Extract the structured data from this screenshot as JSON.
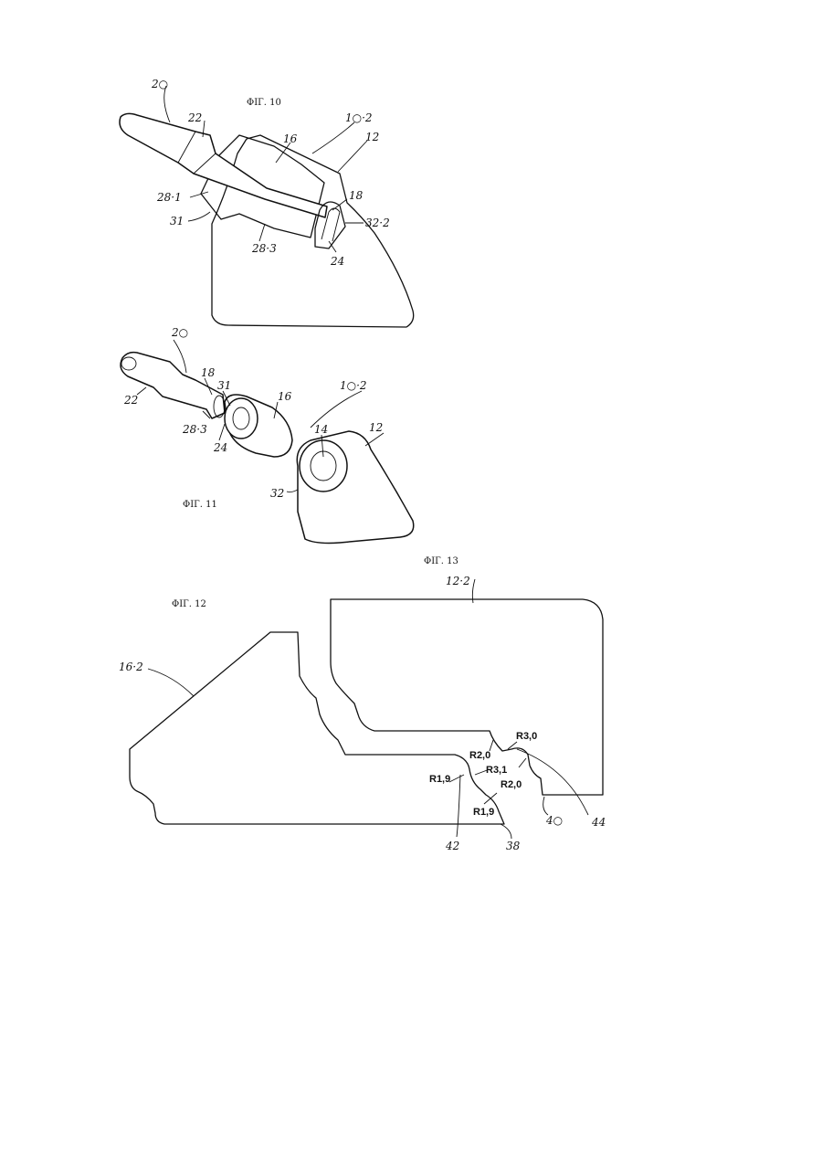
{
  "figures": {
    "fig10": {
      "caption": "ΦIГ. 10",
      "labels": {
        "l20": "2○",
        "l22": "22",
        "l10_2": "1○·2",
        "l12": "12",
        "l16": "16",
        "l18": "18",
        "l32_2": "32·2",
        "l28_1": "28·1",
        "l31": "31",
        "l28_3": "28·3",
        "l24": "24"
      }
    },
    "fig11": {
      "caption": "ΦIГ. 11",
      "labels": {
        "l20": "2○",
        "l22": "22",
        "l18": "18",
        "l31": "31",
        "l28_3": "28·3",
        "l24": "24",
        "l16": "16",
        "l10_2": "1○·2",
        "l14": "14",
        "l12": "12",
        "l32": "32"
      }
    },
    "fig12": {
      "caption": "ΦIГ. 12",
      "labels": {
        "l16_2": "16·2",
        "l42": "42",
        "l38": "38"
      }
    },
    "fig13": {
      "caption": "ΦIГ. 13",
      "labels": {
        "l12_2": "12·2",
        "l40": "4○",
        "l44": "44"
      },
      "radii": {
        "r30": "R3,0",
        "r20a": "R2,0",
        "r31": "R3,1",
        "r20b": "R2,0",
        "r19a": "R1,9",
        "r19b": "R1,9"
      }
    }
  }
}
